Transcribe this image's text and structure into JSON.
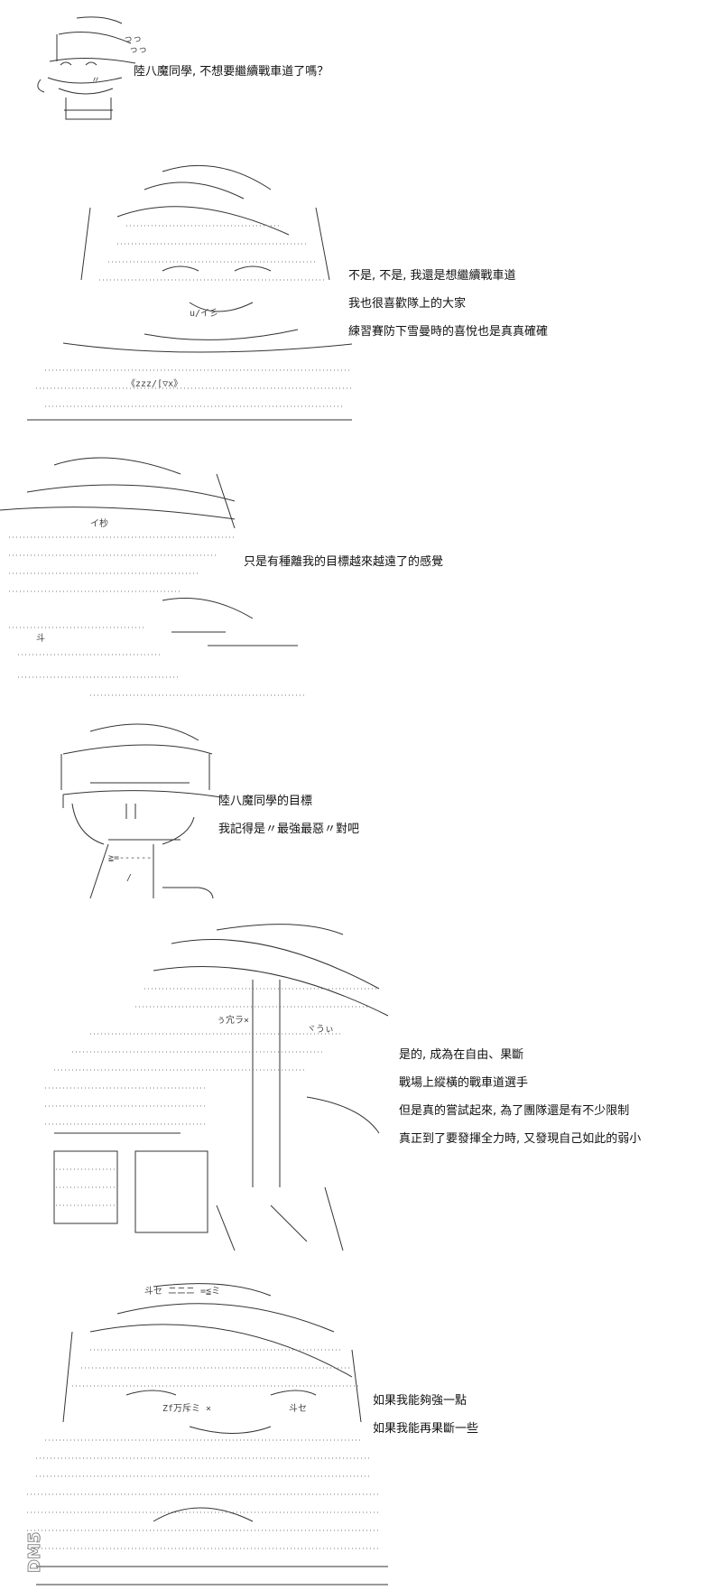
{
  "panels": [
    {
      "lines": [
        "陸八魔同學, 不想要繼續戰車道了嗎？"
      ]
    },
    {
      "lines": [
        "不是, 不是, 我還是想繼續戰車道",
        "我也很喜歡隊上的大家",
        "練習賽防下雪曼時的喜悅也是真真確確"
      ]
    },
    {
      "lines": [
        "只是有種離我的目標越來越遠了的感覺"
      ]
    },
    {
      "lines": [
        "陸八魔同學的目標",
        "我記得是〃最強最惡〃對吧"
      ]
    },
    {
      "lines": [
        "是的, 成為在自由、果斷",
        "戰場上縱橫的戰車道選手",
        "但是真的嘗試起來, 為了團隊還是有不少限制",
        "真正到了要發揮全力時, 又發現自己如此的弱小"
      ]
    },
    {
      "lines": [
        "如果我能夠強一點",
        "如果我能再果斷一些"
      ]
    }
  ],
  "watermark": {
    "text": "DM5",
    "icon": "dm5-watermark-logo"
  }
}
